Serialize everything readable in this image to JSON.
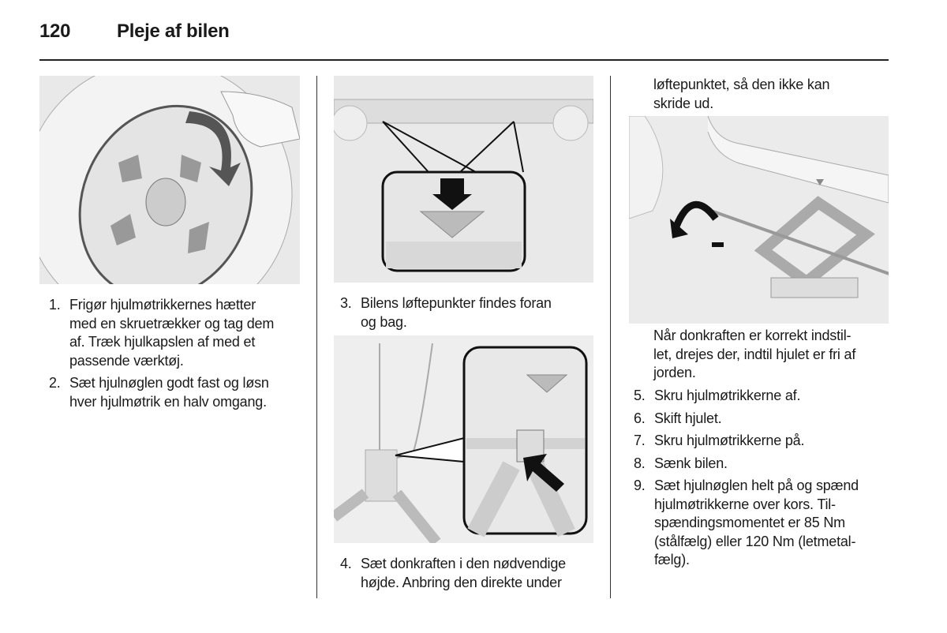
{
  "header": {
    "page_number": "120",
    "title": "Pleje af bilen"
  },
  "col1": {
    "figure": "wheel-cap-removal-illustration",
    "items": [
      {
        "num": "1.",
        "lines": [
          "Frigør hjulmøtrikkernes hætter",
          "med en skruetrækker og tag dem",
          "af. Træk hjulkapslen af med et",
          "passende værktøj."
        ]
      },
      {
        "num": "2.",
        "lines": [
          "Sæt hjulnøglen godt fast og løsn",
          "hver hjulmøtrik en halv omgang."
        ]
      }
    ]
  },
  "col2": {
    "figure1": "lifting-points-illustration",
    "item3": {
      "num": "3.",
      "lines": [
        "Bilens løftepunkter findes foran",
        "og bag."
      ]
    },
    "figure2": "jack-position-illustration",
    "item4": {
      "num": "4.",
      "lines": [
        "Sæt donkraften i den nødvendige",
        "højde. Anbring den direkte under"
      ]
    }
  },
  "col3": {
    "continuation": [
      "løftepunktet, så den ikke kan",
      "skride ud."
    ],
    "figure": "jack-cranking-illustration",
    "note": [
      "Når donkraften er korrekt indstil-",
      "let, drejes der, indtil hjulet er fri af",
      "jorden."
    ],
    "items": [
      {
        "num": "5.",
        "lines": [
          "Skru hjulmøtrikkerne af."
        ]
      },
      {
        "num": "6.",
        "lines": [
          "Skift hjulet."
        ]
      },
      {
        "num": "7.",
        "lines": [
          "Skru hjulmøtrikkerne på."
        ]
      },
      {
        "num": "8.",
        "lines": [
          "Sænk bilen."
        ]
      },
      {
        "num": "9.",
        "lines": [
          "Sæt hjulnøglen helt på og spænd",
          "hjulmøtrikkerne over kors. Til-",
          "spændingsmomentet er 85 Nm",
          "(stålfælg) eller 120 Nm (letmetal-",
          "fælg)."
        ]
      }
    ]
  }
}
